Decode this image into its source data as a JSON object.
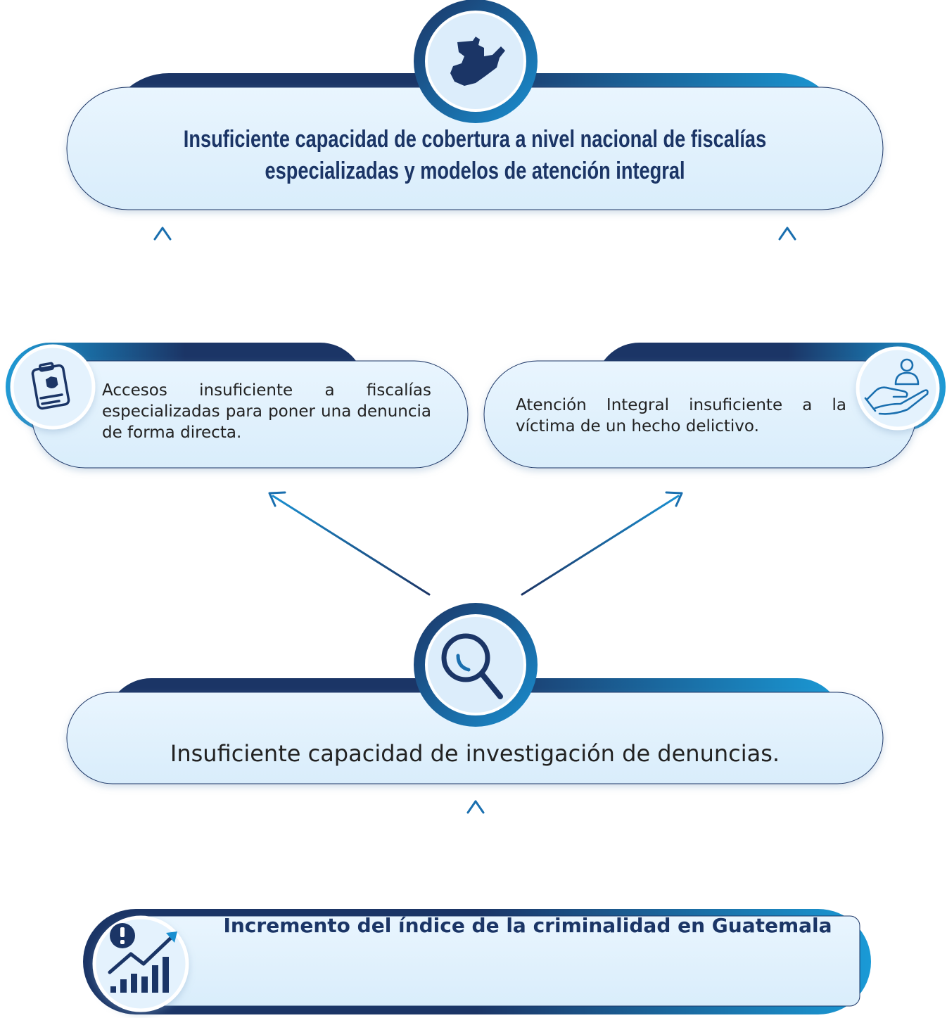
{
  "diagram": {
    "top_box": {
      "text": "Insuficiente capacidad de cobertura a nivel nacional de fiscalías especializadas y modelos de atención integral"
    },
    "left_box": {
      "text": "Accesos insuficiente a fiscalías especializadas para poner una denuncia de forma directa."
    },
    "right_box": {
      "text": "Atención Integral insuficiente a la víctima de un hecho delictivo."
    },
    "middle_box": {
      "text": "Insuficiente capacidad de investigación de denuncias."
    },
    "bottom_box": {
      "text": "Incremento del índice de la criminalidad en Guatemala"
    },
    "icons": {
      "top": "guatemala-map-icon",
      "left": "police-badge-document-icon",
      "right": "hand-care-person-icon",
      "middle": "magnifier-icon",
      "bottom": "crime-growth-chart-icon"
    },
    "colors": {
      "navy": "#1b3566",
      "blue": "#1a8fd0",
      "box_fill": "#e4f2fd"
    }
  }
}
